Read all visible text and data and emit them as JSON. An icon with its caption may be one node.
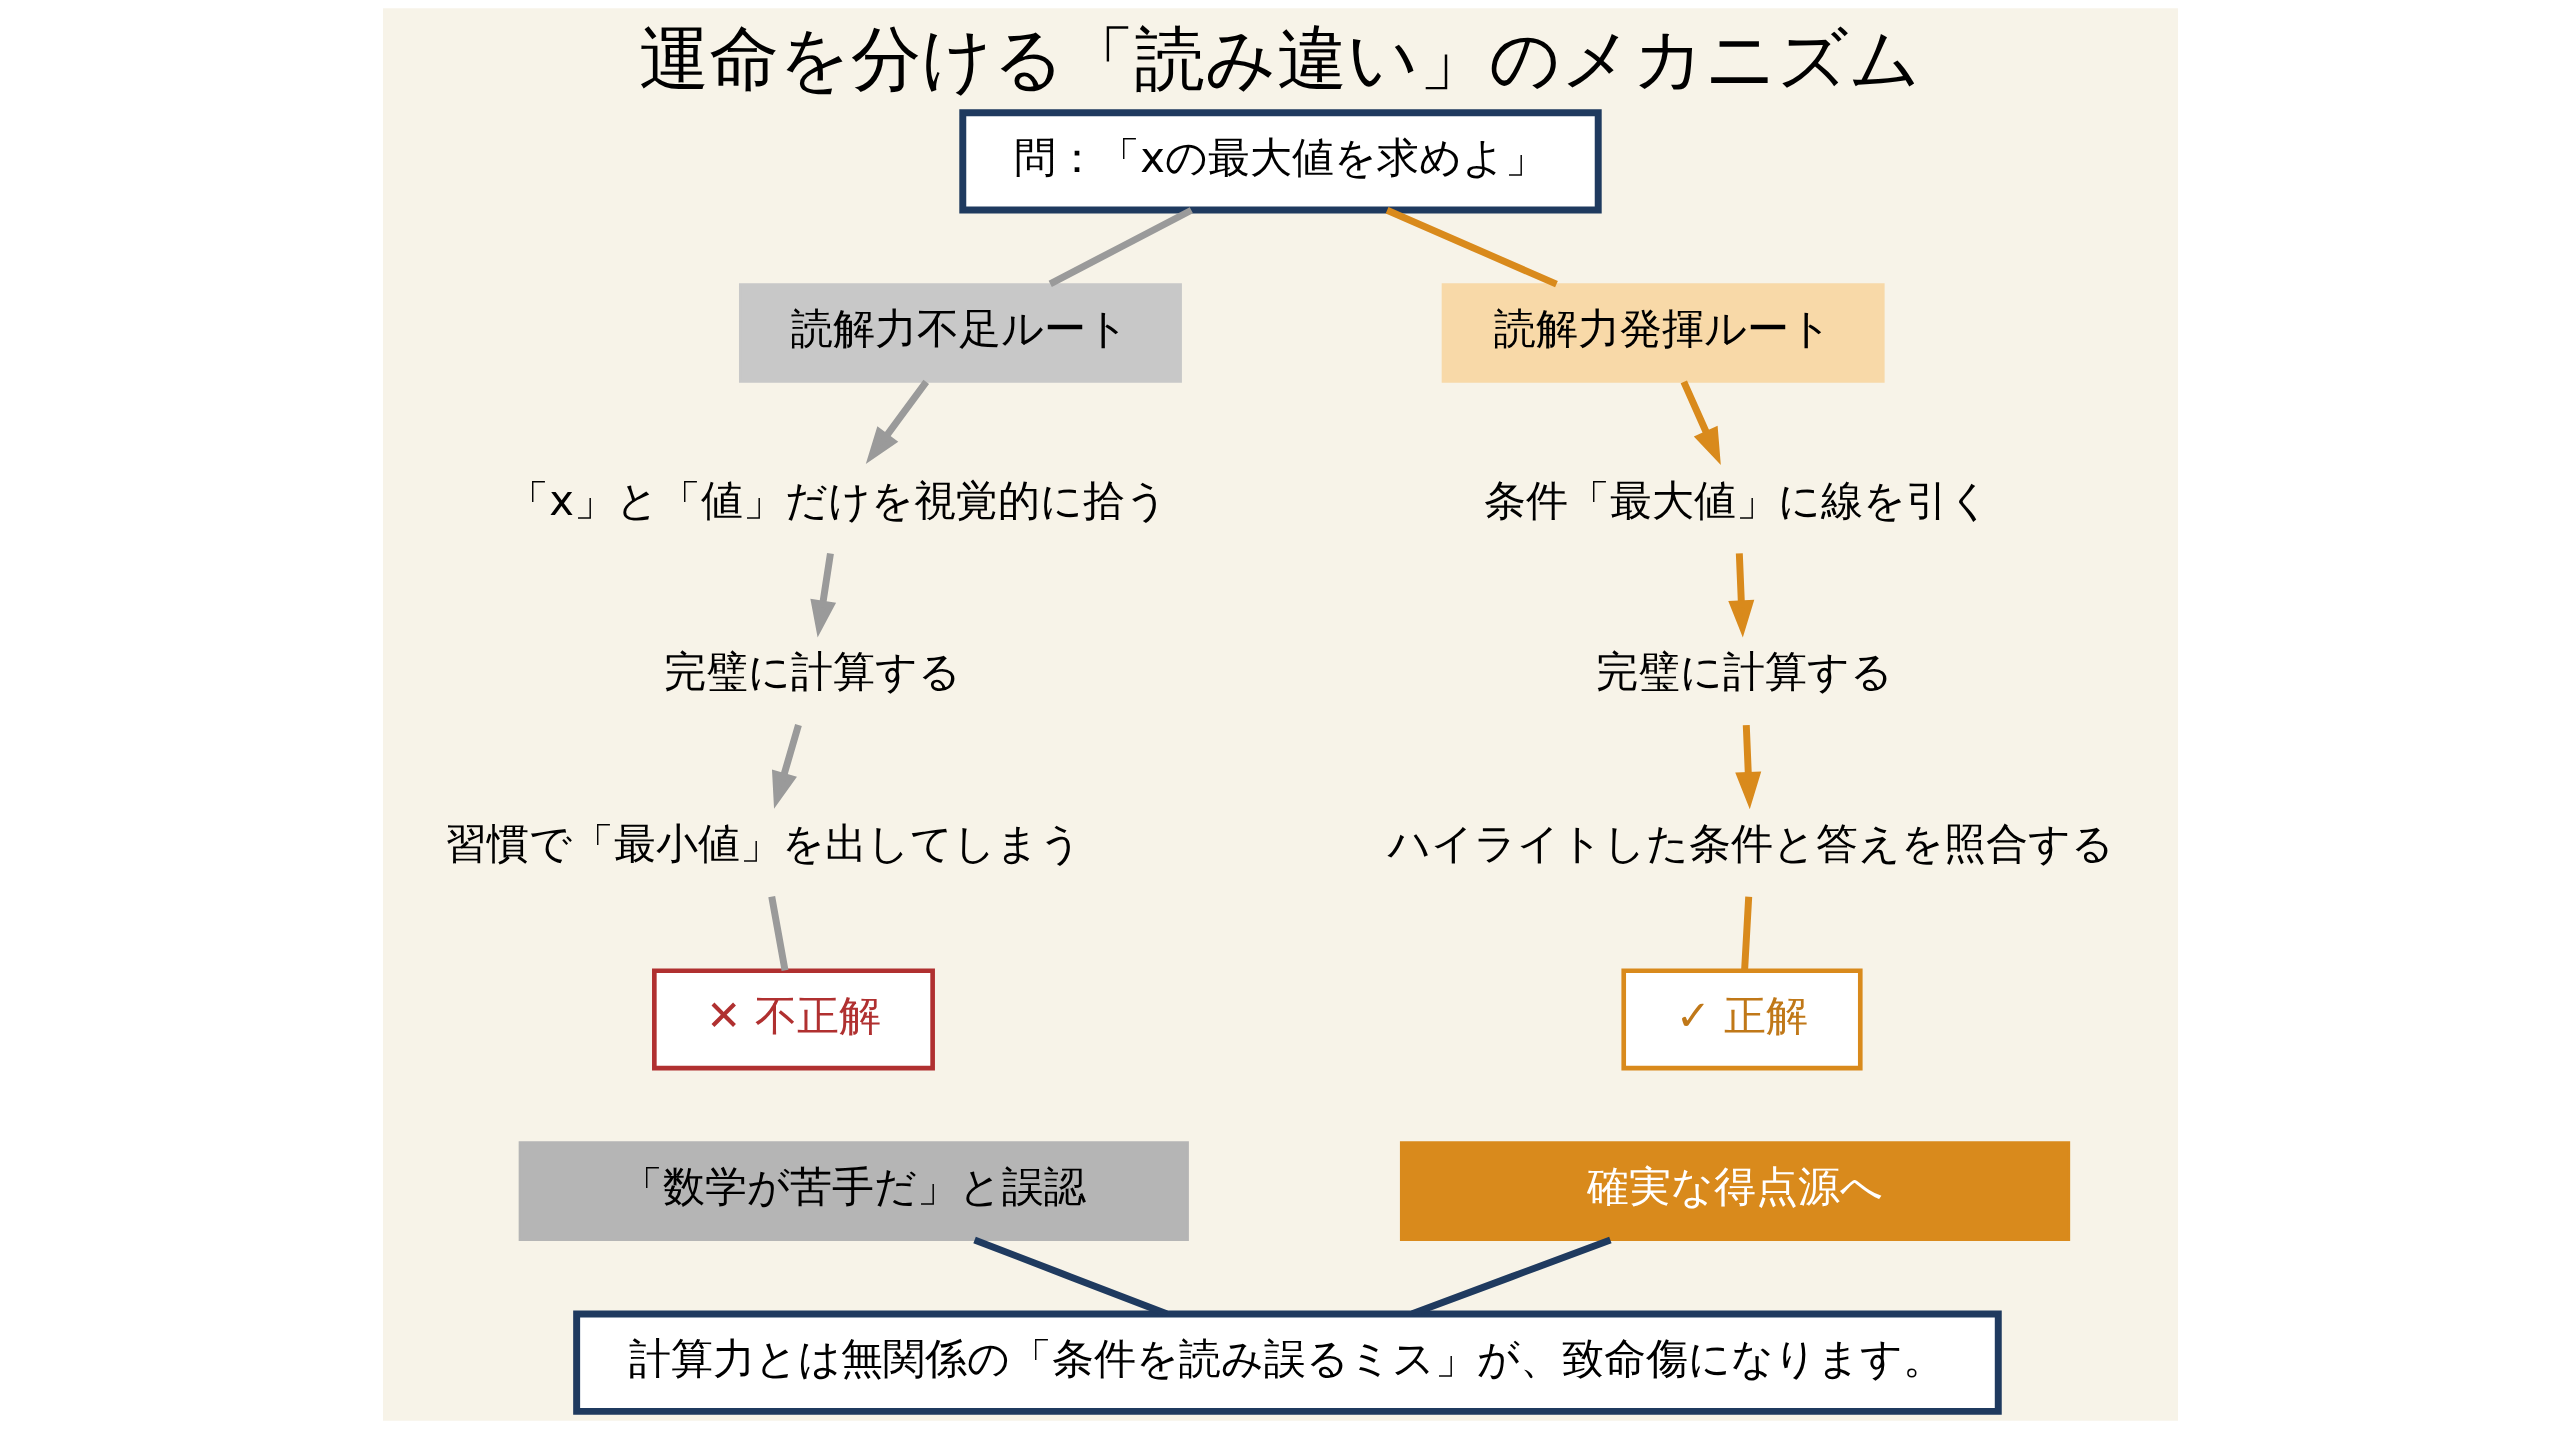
{
  "diagram": {
    "title": "運命を分ける「読み違い」のメカニズム",
    "nodes": [
      {
        "text": [
          "問：「xの最大値を求めよ」"
        ]
      },
      {
        "text": [
          "読解力不足ルート"
        ]
      },
      {
        "text": [
          "「x」と「値」だけを視覚的に拾う"
        ]
      },
      {
        "text": [
          "完璧に計算する"
        ]
      },
      {
        "text": [
          "習慣で「最小値」を出してしまう"
        ]
      },
      {
        "text": [
          "✕ 不正解"
        ]
      },
      {
        "text": [
          "「数学が苦手だ」と誤認"
        ]
      },
      {
        "text": [
          "読解力発揮ルート"
        ]
      },
      {
        "text": [
          "条件「最大値」に線を引く"
        ]
      },
      {
        "text": [
          "完璧に計算する"
        ]
      },
      {
        "text": [
          "ハイライトした条件と答えを照合する"
        ]
      },
      {
        "text": [
          "✓ 正解"
        ]
      },
      {
        "text": [
          "確実な得点源へ"
        ]
      },
      {
        "text": [
          "計算力とは無関係の「条件を読み誤るミス」が、致命傷になります。"
        ]
      }
    ],
    "edges": [
      {
        "from": 0,
        "to": 1,
        "arrow": "none"
      },
      {
        "from": 1,
        "to": 2,
        "arrow": "to"
      },
      {
        "from": 2,
        "to": 3,
        "arrow": "to"
      },
      {
        "from": 3,
        "to": 4,
        "arrow": "to"
      },
      {
        "from": 4,
        "to": 5,
        "arrow": "none"
      },
      {
        "from": 0,
        "to": 7,
        "arrow": "none",
        "color": "#d98a1c"
      },
      {
        "from": 7,
        "to": 8,
        "arrow": "to",
        "color": "#d98a1c"
      },
      {
        "from": 8,
        "to": 9,
        "arrow": "to",
        "color": "#d98a1c"
      },
      {
        "from": 9,
        "to": 10,
        "arrow": "to",
        "color": "#d98a1c"
      },
      {
        "from": 10,
        "to": 11,
        "arrow": "none",
        "color": "#d98a1c"
      },
      {
        "from": 6,
        "to": 13,
        "arrow": "none",
        "color": "#1f3a5f"
      },
      {
        "from": 12,
        "to": 13,
        "arrow": "none",
        "color": "#1f3a5f"
      }
    ]
  }
}
